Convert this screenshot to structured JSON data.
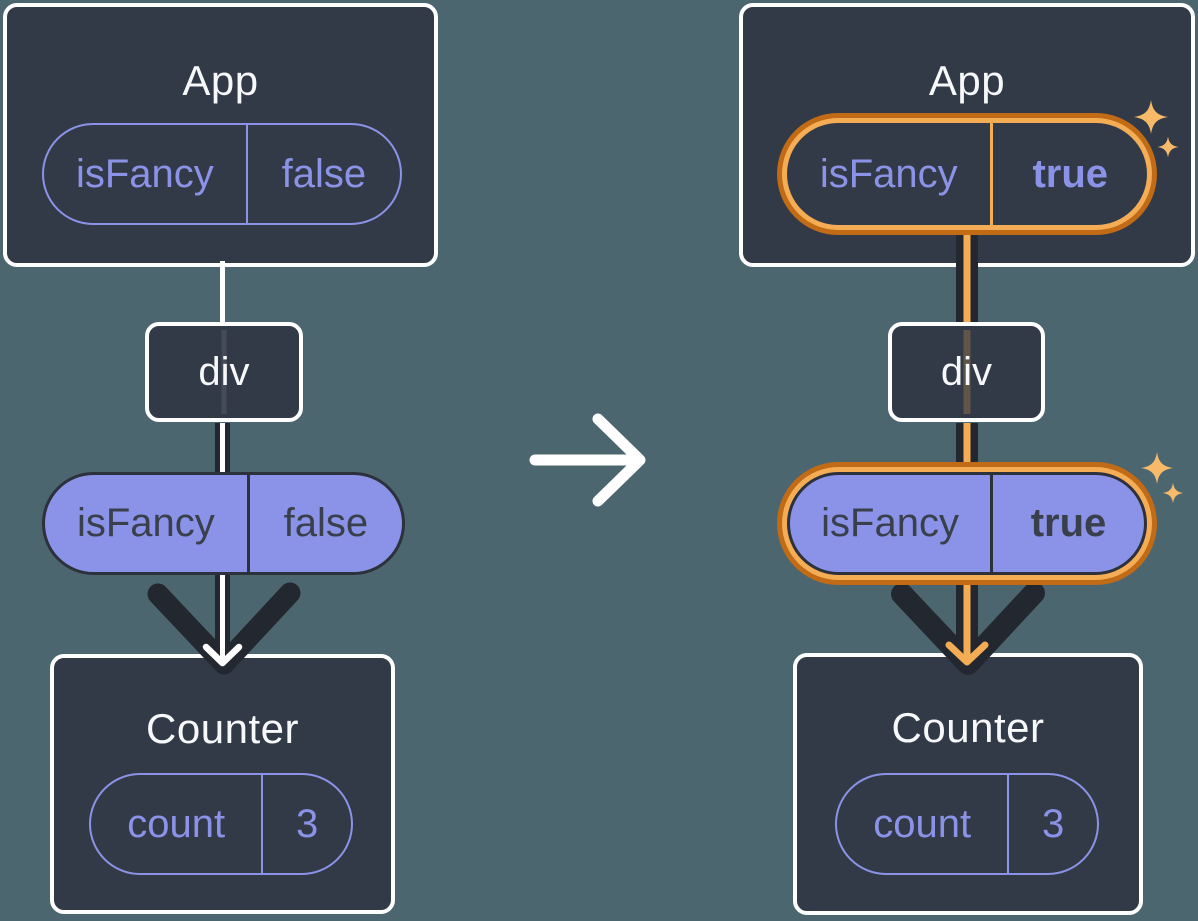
{
  "colors": {
    "background": "#4c6670",
    "panel": "#333a47",
    "panel_border": "#ffffff",
    "purple": "#8b93e8",
    "dark_line": "#23272f",
    "orange_light": "#f5ad55",
    "orange_dark": "#c16b16",
    "sparkle": "#f6ba68"
  },
  "left_diagram": {
    "app": {
      "title": "App",
      "state_pill": {
        "name": "isFancy",
        "value": "false"
      }
    },
    "div_node": {
      "label": "div"
    },
    "prop_pill": {
      "name": "isFancy",
      "value": "false"
    },
    "counter": {
      "title": "Counter",
      "state_pill": {
        "name": "count",
        "value": "3"
      }
    }
  },
  "right_diagram": {
    "app": {
      "title": "App",
      "state_pill": {
        "name": "isFancy",
        "value": "true"
      }
    },
    "div_node": {
      "label": "div"
    },
    "prop_pill": {
      "name": "isFancy",
      "value": "true"
    },
    "counter": {
      "title": "Counter",
      "state_pill": {
        "name": "count",
        "value": "3"
      }
    }
  },
  "icons": {
    "transition_arrow": "right-arrow",
    "sparkles": "four-point-star"
  }
}
